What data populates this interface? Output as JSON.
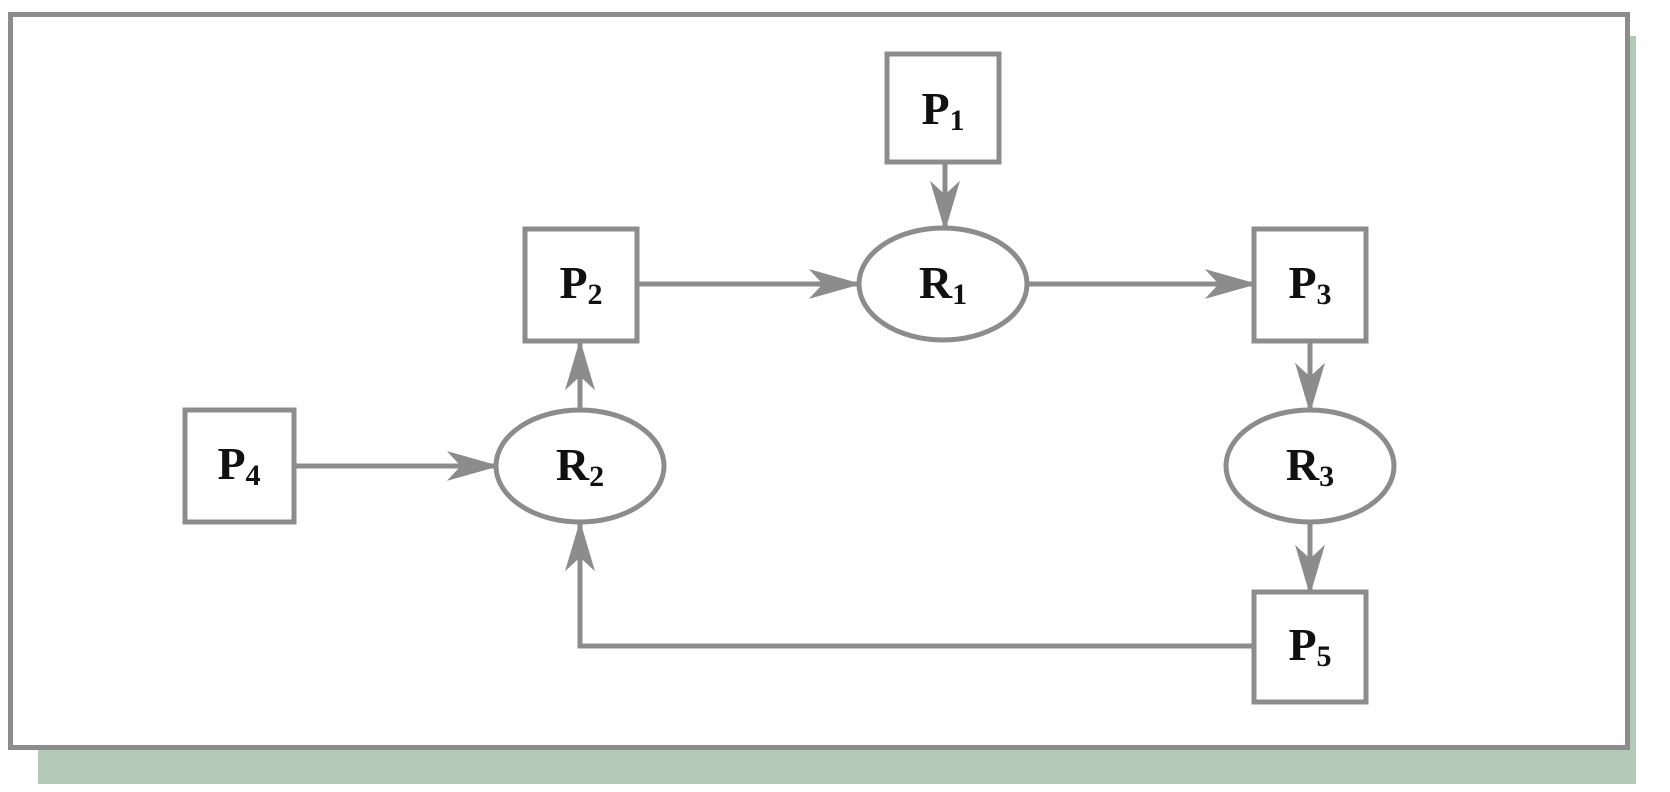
{
  "diagram": {
    "stroke_color": "#8c8c8c",
    "frame_shadow_color": "#b5c9b7",
    "nodes": [
      {
        "id": "P1",
        "kind": "process",
        "letter": "P",
        "index": "1"
      },
      {
        "id": "P2",
        "kind": "process",
        "letter": "P",
        "index": "2"
      },
      {
        "id": "P3",
        "kind": "process",
        "letter": "P",
        "index": "3"
      },
      {
        "id": "P4",
        "kind": "process",
        "letter": "P",
        "index": "4"
      },
      {
        "id": "P5",
        "kind": "process",
        "letter": "P",
        "index": "5"
      },
      {
        "id": "R1",
        "kind": "resource",
        "letter": "R",
        "index": "1"
      },
      {
        "id": "R2",
        "kind": "resource",
        "letter": "R",
        "index": "2"
      },
      {
        "id": "R3",
        "kind": "resource",
        "letter": "R",
        "index": "3"
      }
    ],
    "edges": [
      {
        "from": "P1",
        "to": "R1"
      },
      {
        "from": "P2",
        "to": "R1"
      },
      {
        "from": "R1",
        "to": "P3"
      },
      {
        "from": "P3",
        "to": "R3"
      },
      {
        "from": "R3",
        "to": "P5"
      },
      {
        "from": "P5",
        "to": "R2"
      },
      {
        "from": "P4",
        "to": "R2"
      },
      {
        "from": "R2",
        "to": "P2"
      }
    ]
  }
}
